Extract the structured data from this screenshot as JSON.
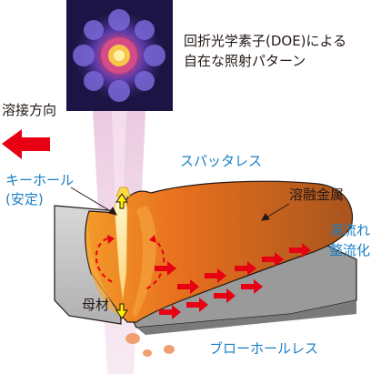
{
  "diagram": {
    "doe_caption_line1": "回折光学素子(DOE)による",
    "doe_caption_line2": "自在な照射パターン",
    "welding_direction": "溶接方向",
    "keyhole_line1": "キーホール",
    "keyhole_line2": "(安定)",
    "spatterless": "スパッタレス",
    "molten_metal": "溶融金属",
    "flow_line1": "湯流れ",
    "flow_line2": "整流化",
    "base_metal": "母材",
    "blowhole_less": "ブローホールレス"
  },
  "colors": {
    "accent_blue": "#1a7fc6",
    "arrow_red": "#e60012",
    "beam_pink": "#e6b8d8",
    "melt_orange": "#ef7e1e",
    "keyhole_yellow": "#fff3a0",
    "plate_gray": "#c9c9c9"
  },
  "icons": {
    "direction": "left-arrow-icon",
    "flow": "right-arrow-icon"
  }
}
